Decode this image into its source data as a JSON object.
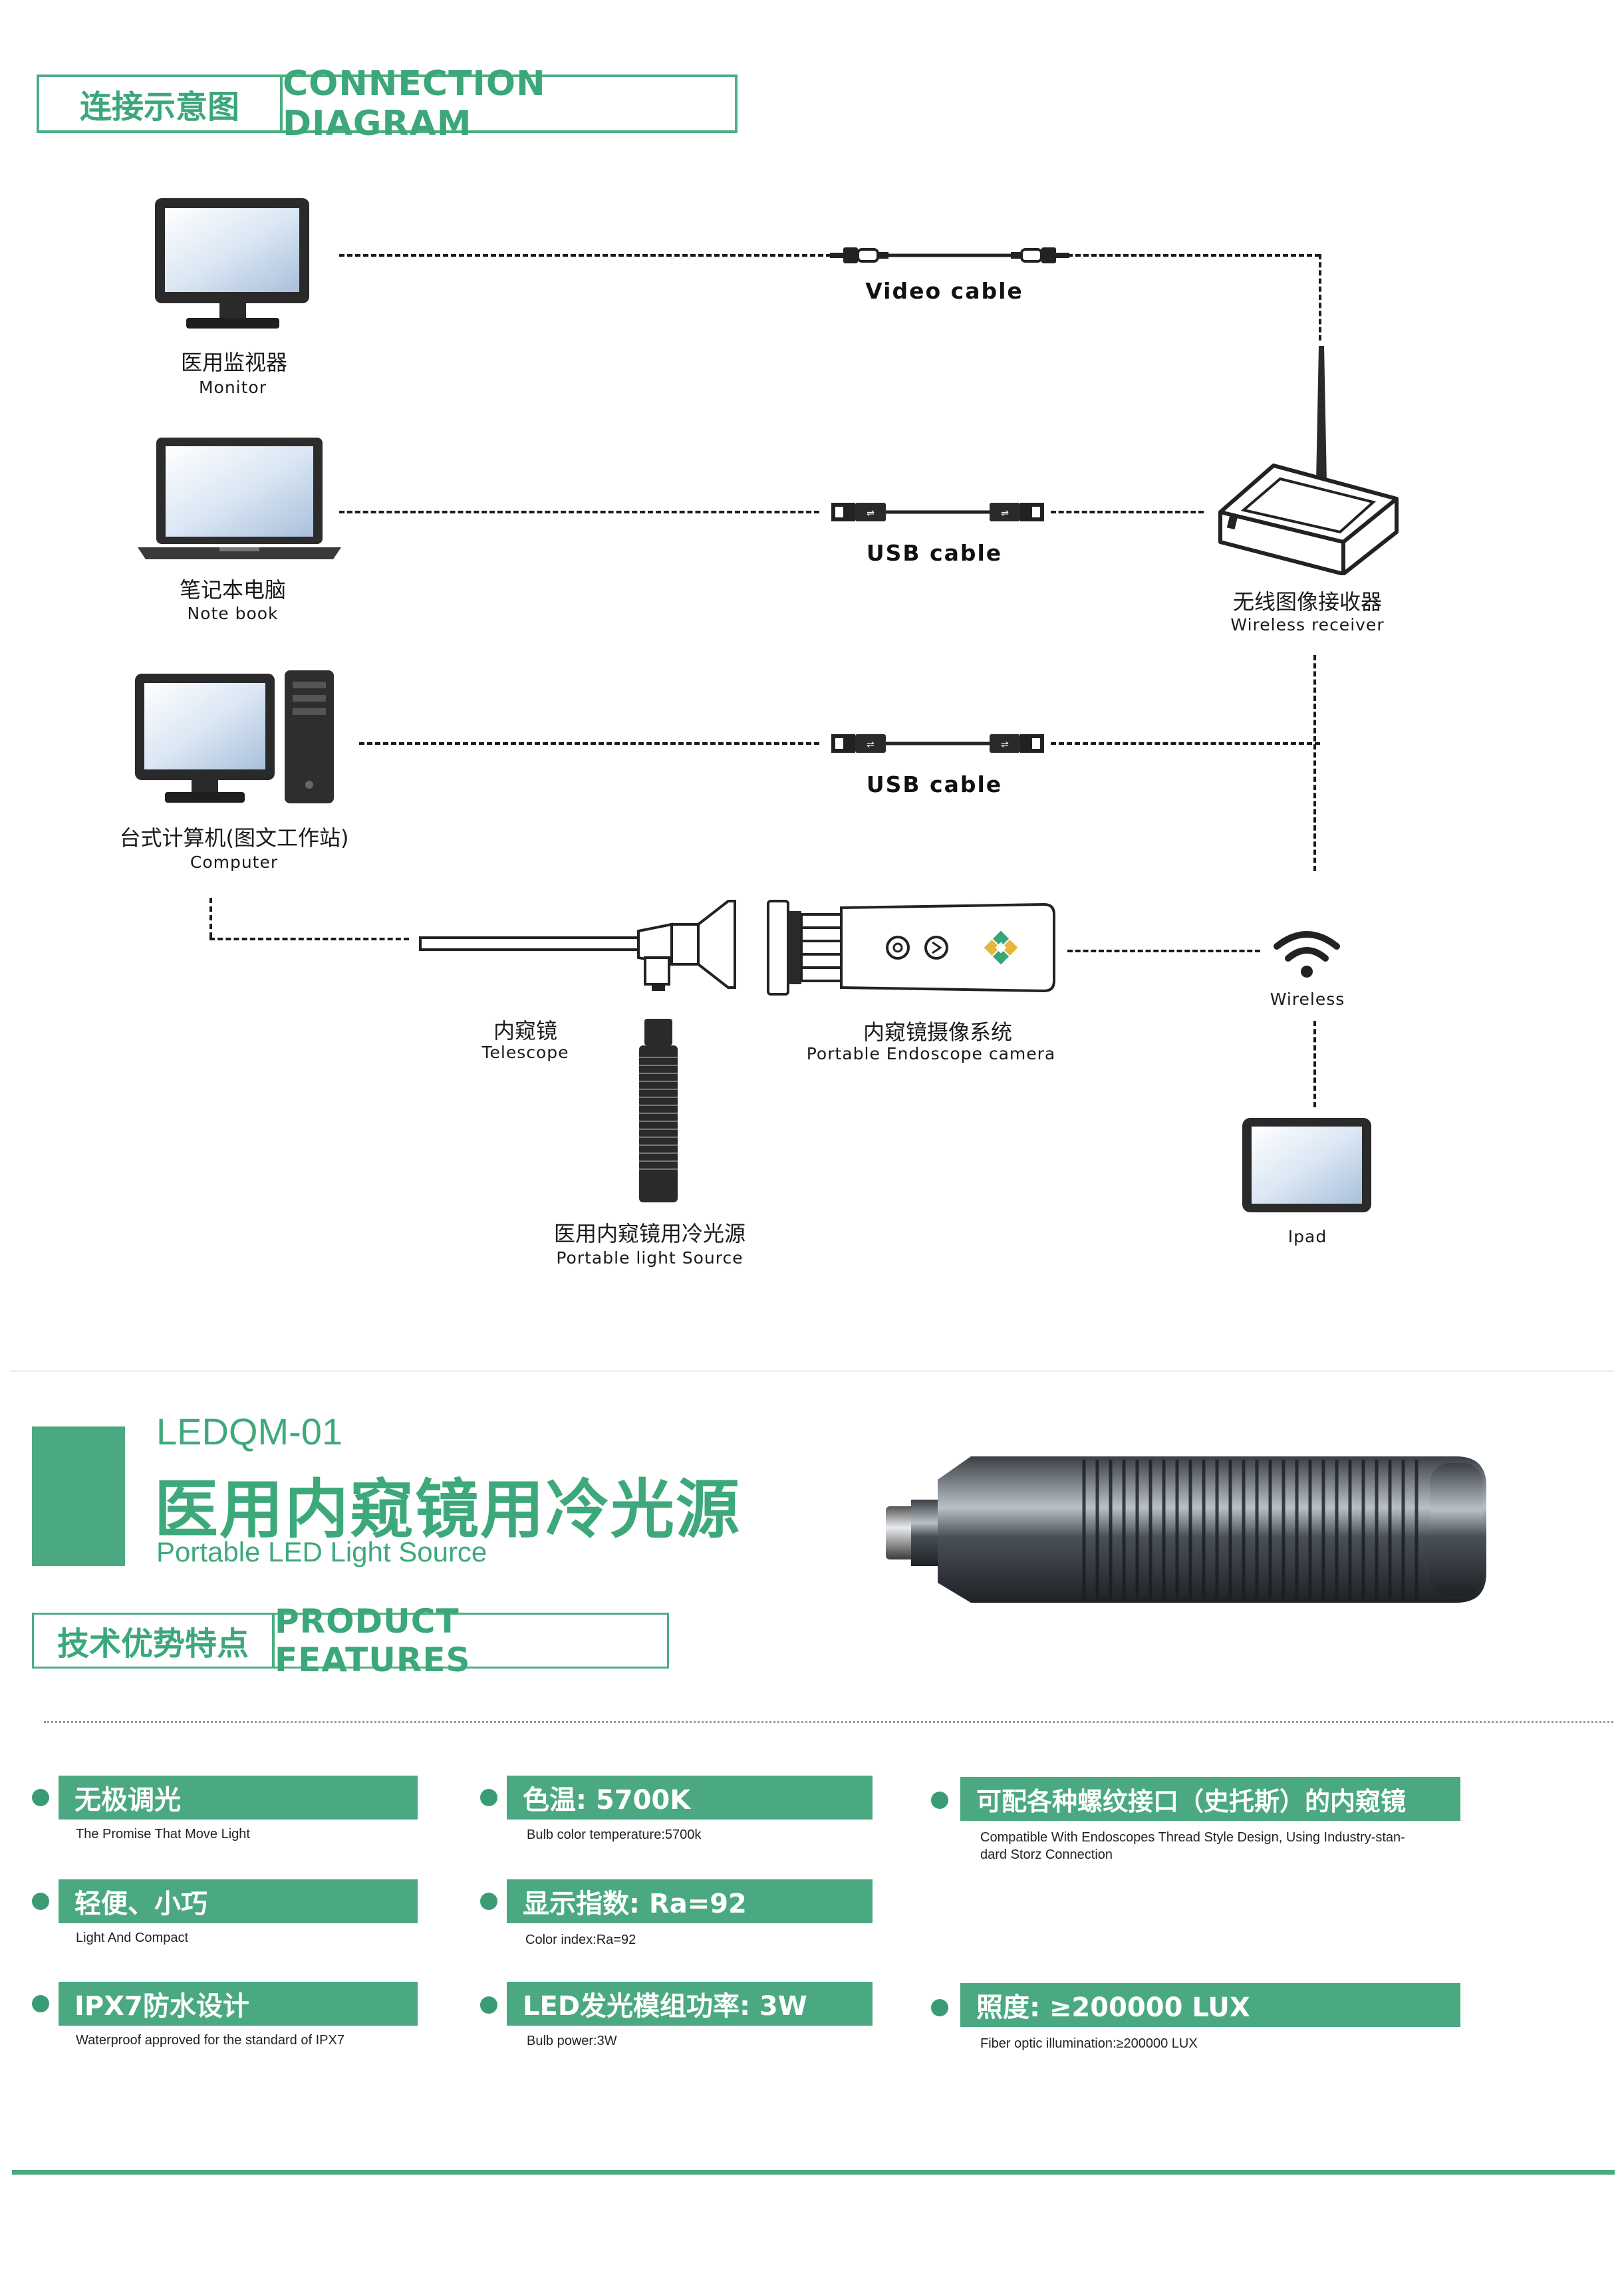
{
  "connection_header": {
    "cn": "连接示意图",
    "en": "CONNECTION DIAGRAM"
  },
  "devices": {
    "monitor": {
      "cn": "医用监视器",
      "en": "Monitor"
    },
    "notebook": {
      "cn": "笔记本电脑",
      "en": "Note book"
    },
    "computer": {
      "cn": "台式计算机(图文工作站)",
      "en": "Computer"
    },
    "receiver": {
      "cn": "无线图像接收器",
      "en": "Wireless receiver"
    },
    "telescope": {
      "cn": "内窥镜",
      "en": "Telescope"
    },
    "camera": {
      "cn": "内窥镜摄像系统",
      "en": "Portable Endoscope camera"
    },
    "light_source": {
      "cn": "医用内窥镜用冷光源",
      "en": "Portable light Source"
    },
    "wireless": {
      "en": "Wireless"
    },
    "ipad": {
      "en": "Ipad"
    }
  },
  "cables": {
    "video": "Video cable",
    "usb1": "USB cable",
    "usb2": "USB cable"
  },
  "product": {
    "model": "LEDQM-01",
    "title_cn": "医用内窥镜用冷光源",
    "title_en": "Portable LED Light Source"
  },
  "features_header": {
    "cn": "技术优势特点",
    "en": "PRODUCT FEATURES"
  },
  "features": [
    {
      "title": "无极调光",
      "sub": "The Promise That Move Light"
    },
    {
      "title": "轻便、小巧",
      "sub": "Light And Compact"
    },
    {
      "title": "IPX7防水设计",
      "sub": "Waterproof approved for the standard of IPX7"
    },
    {
      "title": "色温: 5700K",
      "sub": "Bulb color temperature:5700k"
    },
    {
      "title": "显示指数: Ra=92",
      "sub": "Color index:Ra=92"
    },
    {
      "title": "LED发光模组功率: 3W",
      "sub": "Bulb power:3W"
    },
    {
      "title": "可配各种螺纹接口（史托斯）的内窥镜",
      "sub1": "Compatible With Endoscopes Thread Style Design, Using Industry-stan-",
      "sub2": "dard Storz Connection"
    },
    {
      "title": "照度: ≥200000 LUX",
      "sub": "Fiber optic illumination:≥200000 LUX"
    }
  ],
  "colors": {
    "accent": "#4aa981",
    "text": "#1a1a1a"
  }
}
